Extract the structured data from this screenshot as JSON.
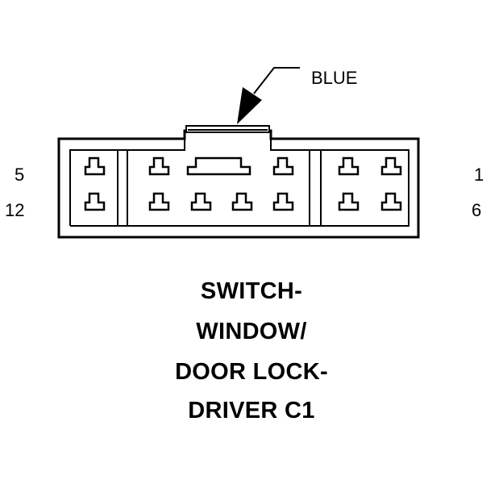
{
  "connector": {
    "color_label": "BLUE",
    "pin_labels": {
      "top_left": "5",
      "bottom_left": "12",
      "top_right": "1",
      "bottom_right": "6"
    },
    "title_lines": [
      "SWITCH-",
      "WINDOW/",
      "DOOR LOCK-",
      "DRIVER C1"
    ]
  }
}
